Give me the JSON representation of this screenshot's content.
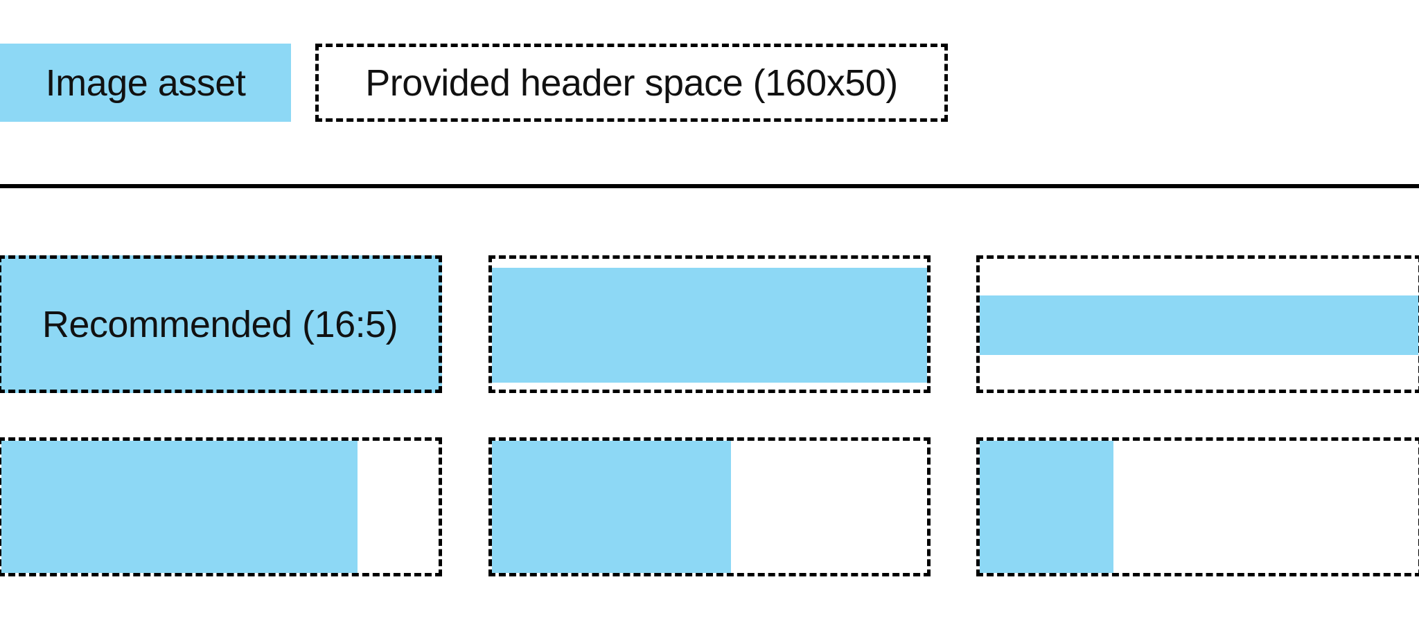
{
  "colors": {
    "image_asset_blue": "#8DD8F5",
    "outline_black": "#000000",
    "background_white": "#FFFFFF",
    "text_black": "#111111"
  },
  "legend": {
    "asset_label": "Image asset",
    "header_space_label": "Provided header space (160x50)"
  },
  "examples": {
    "recommended_label": "Recommended (16:5)",
    "items": [
      {
        "id": "recommended-16-5",
        "fill_width_pct": 100,
        "fill_height_pct": 100,
        "align": "full",
        "label": "Recommended (16:5)"
      },
      {
        "id": "wider-than-16-5",
        "fill_width_pct": 100,
        "fill_height_pct": 88,
        "align": "center-vertical",
        "label": ""
      },
      {
        "id": "much-wider-banner",
        "fill_width_pct": 100,
        "fill_height_pct": 45,
        "align": "center-vertical",
        "label": ""
      },
      {
        "id": "narrower-large",
        "fill_width_pct": 81.5,
        "fill_height_pct": 100,
        "align": "left",
        "label": ""
      },
      {
        "id": "narrower-medium",
        "fill_width_pct": 55,
        "fill_height_pct": 100,
        "align": "left",
        "label": ""
      },
      {
        "id": "near-square",
        "fill_width_pct": 30.5,
        "fill_height_pct": 100,
        "align": "left",
        "label": ""
      }
    ]
  }
}
